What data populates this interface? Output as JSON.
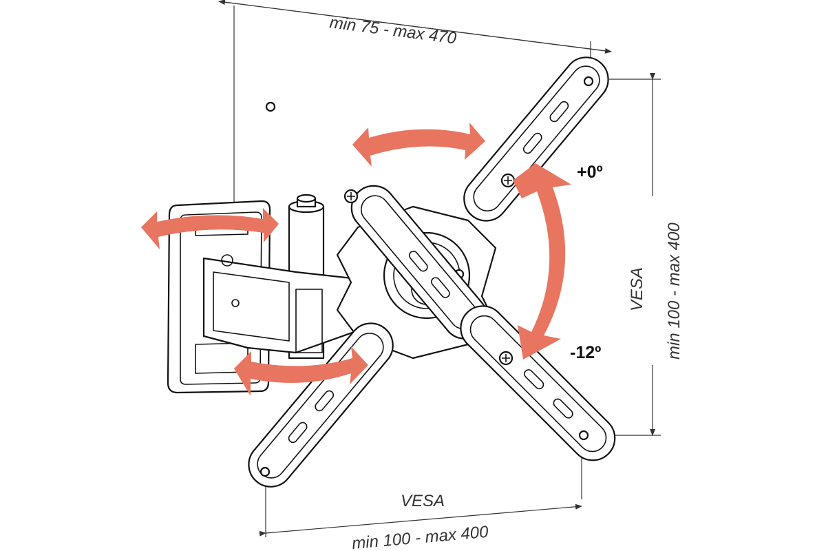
{
  "dimensions": {
    "arm_extension": "min 75 - max 470",
    "vesa_vertical_label": "VESA",
    "vesa_vertical_range": "min 100 - max 400",
    "vesa_horizontal_label": "VESA",
    "vesa_horizontal_range": "min 100 - max 400"
  },
  "tilt": {
    "up": "+0º",
    "down": "-12º"
  },
  "colors": {
    "motion_arrows": "#e87560",
    "line_art": "#111111",
    "dimension_lines": "#333333",
    "background": "#ffffff"
  },
  "icons": {
    "swivel_arrows": "double-headed-curved-arrow",
    "screws": "cross-head-screw"
  }
}
